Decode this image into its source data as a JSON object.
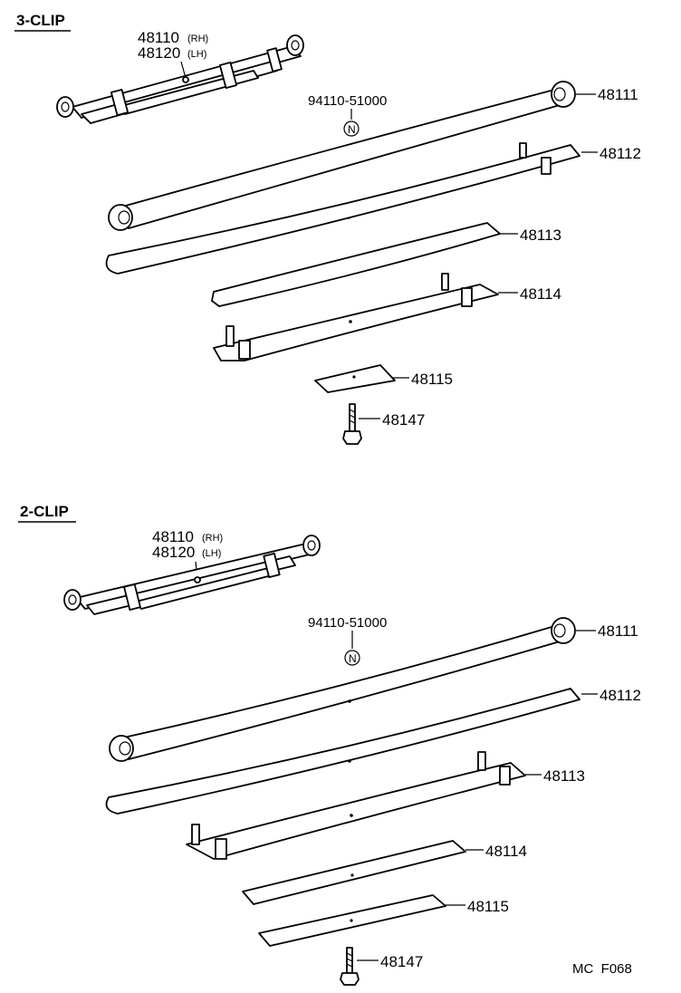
{
  "sections": [
    {
      "title": "3-CLIP",
      "assembly": {
        "rh": "48110",
        "rh_side": "(RH)",
        "lh": "48120",
        "lh_side": "(LH)"
      },
      "nut": {
        "part_no": "94110-51000",
        "symbol": "N"
      },
      "leaves": [
        "48111",
        "48112",
        "48113",
        "48114",
        "48115"
      ],
      "bolt": "48147"
    },
    {
      "title": "2-CLIP",
      "assembly": {
        "rh": "48110",
        "rh_side": "(RH)",
        "lh": "48120",
        "lh_side": "(LH)"
      },
      "nut": {
        "part_no": "94110-51000",
        "symbol": "N"
      },
      "leaves": [
        "48111",
        "48112",
        "48113",
        "48114",
        "48115"
      ],
      "bolt": "48147"
    }
  ],
  "figure_code": "MC  F068"
}
